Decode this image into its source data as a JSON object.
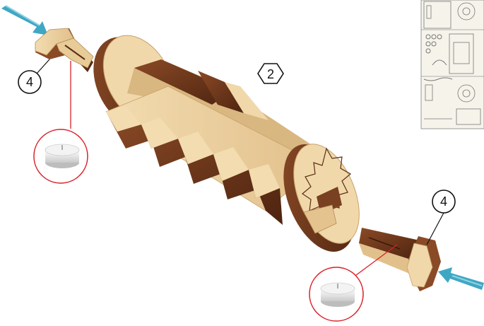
{
  "callouts": {
    "part_2": "2",
    "part_4_left": "4",
    "part_4_right": "4"
  },
  "colors": {
    "wood_light": "#ecd3a3",
    "wood_mid": "#dcb983",
    "wood_dark": "#7a4022",
    "wood_darker": "#5a2d16",
    "arrow": "#3fa7c4",
    "leader_red": "#d8232a"
  },
  "icons": {
    "arrow_left": "insert-arrow-icon",
    "arrow_right": "insert-arrow-icon",
    "tealight": "tealight-candle-icon"
  }
}
